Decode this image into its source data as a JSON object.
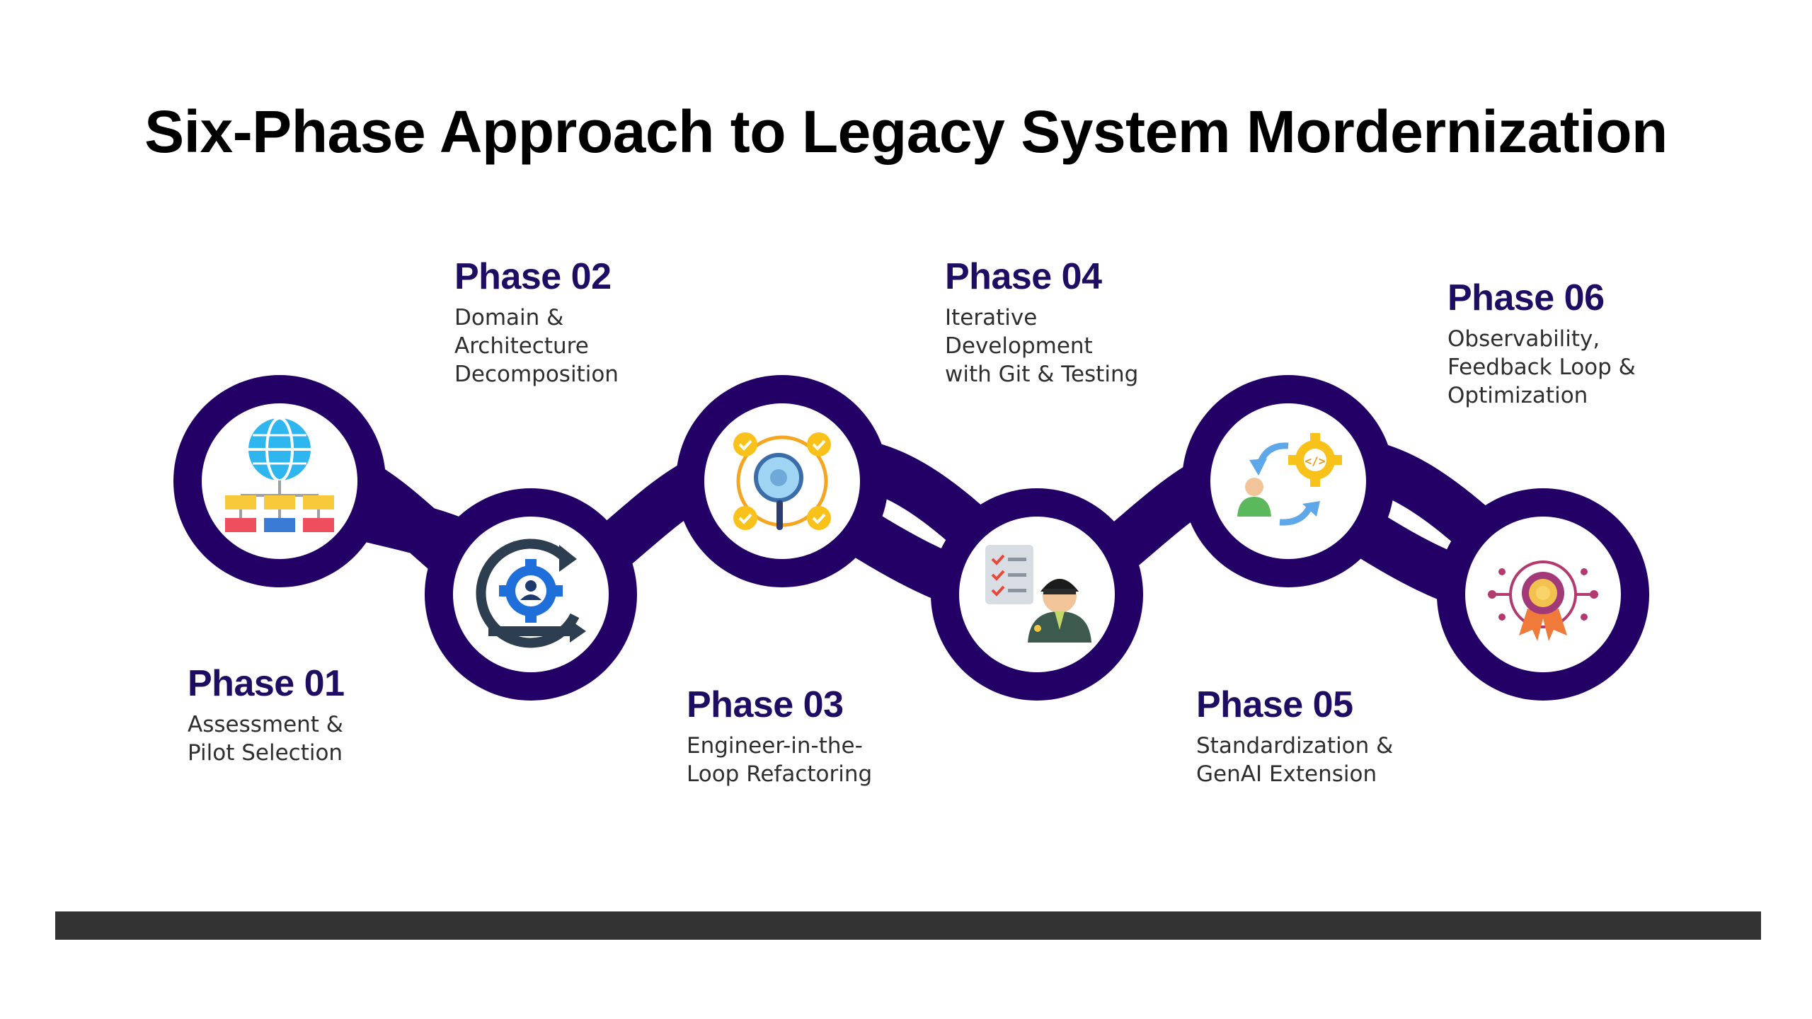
{
  "title": "Six-Phase Approach to Legacy System Mordernization",
  "colors": {
    "chain": "#220066",
    "phase_title": "#1f0d63",
    "body_text": "#2e2e2e",
    "bottom_bar": "#333333"
  },
  "phases": [
    {
      "title": "Phase 01",
      "lines": [
        "Assessment &",
        "Pilot Selection"
      ],
      "icon": "network-hierarchy-icon"
    },
    {
      "title": "Phase 02",
      "lines": [
        "Domain &",
        "Architecture",
        "Decomposition"
      ],
      "icon": "gear-cycle-icon"
    },
    {
      "title": "Phase 03",
      "lines": [
        "Engineer-in-the-",
        "Loop Refactoring"
      ],
      "icon": "magnifier-check-icon"
    },
    {
      "title": "Phase 04",
      "lines": [
        "Iterative",
        "Development",
        "with Git & Testing"
      ],
      "icon": "checklist-engineer-icon"
    },
    {
      "title": "Phase 05",
      "lines": [
        "Standardization &",
        "GenAI Extension"
      ],
      "icon": "code-gear-user-icon"
    },
    {
      "title": "Phase 06",
      "lines": [
        "Observability,",
        "Feedback Loop &",
        "Optimization"
      ],
      "icon": "badge-network-icon"
    }
  ]
}
